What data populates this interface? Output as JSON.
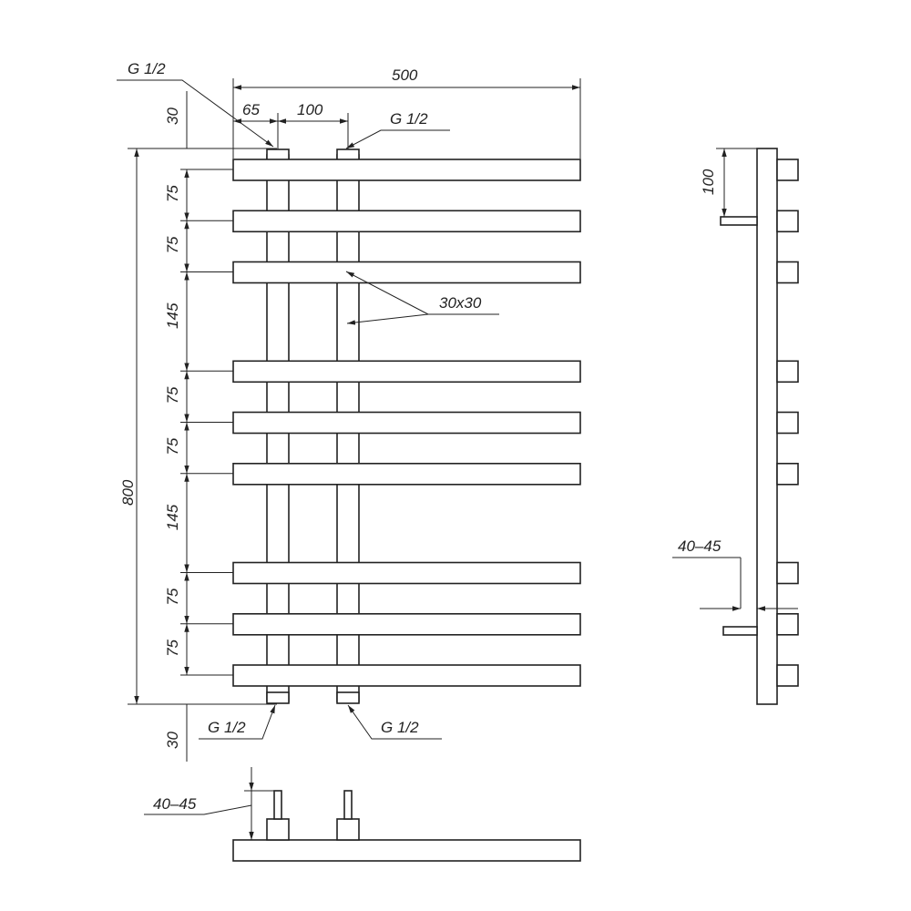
{
  "drawing": {
    "dim_overall_width": "500",
    "dim_overall_height": "800",
    "dim_offset_left": "65",
    "dim_pipe_spacing": "100",
    "dim_gap_top": "30",
    "dim_gap_bottom": "30",
    "dim_side_offset": "100",
    "dim_wall_front": "40–45",
    "dim_wall_side": "40–45",
    "profile_label": "30x30",
    "thread_top_left": "G 1/2",
    "thread_top_right": "G 1/2",
    "thread_bottom_left": "G 1/2",
    "thread_bottom_right": "G 1/2",
    "bar_gaps": [
      "75",
      "75",
      "145",
      "75",
      "75",
      "145",
      "75",
      "75"
    ]
  }
}
